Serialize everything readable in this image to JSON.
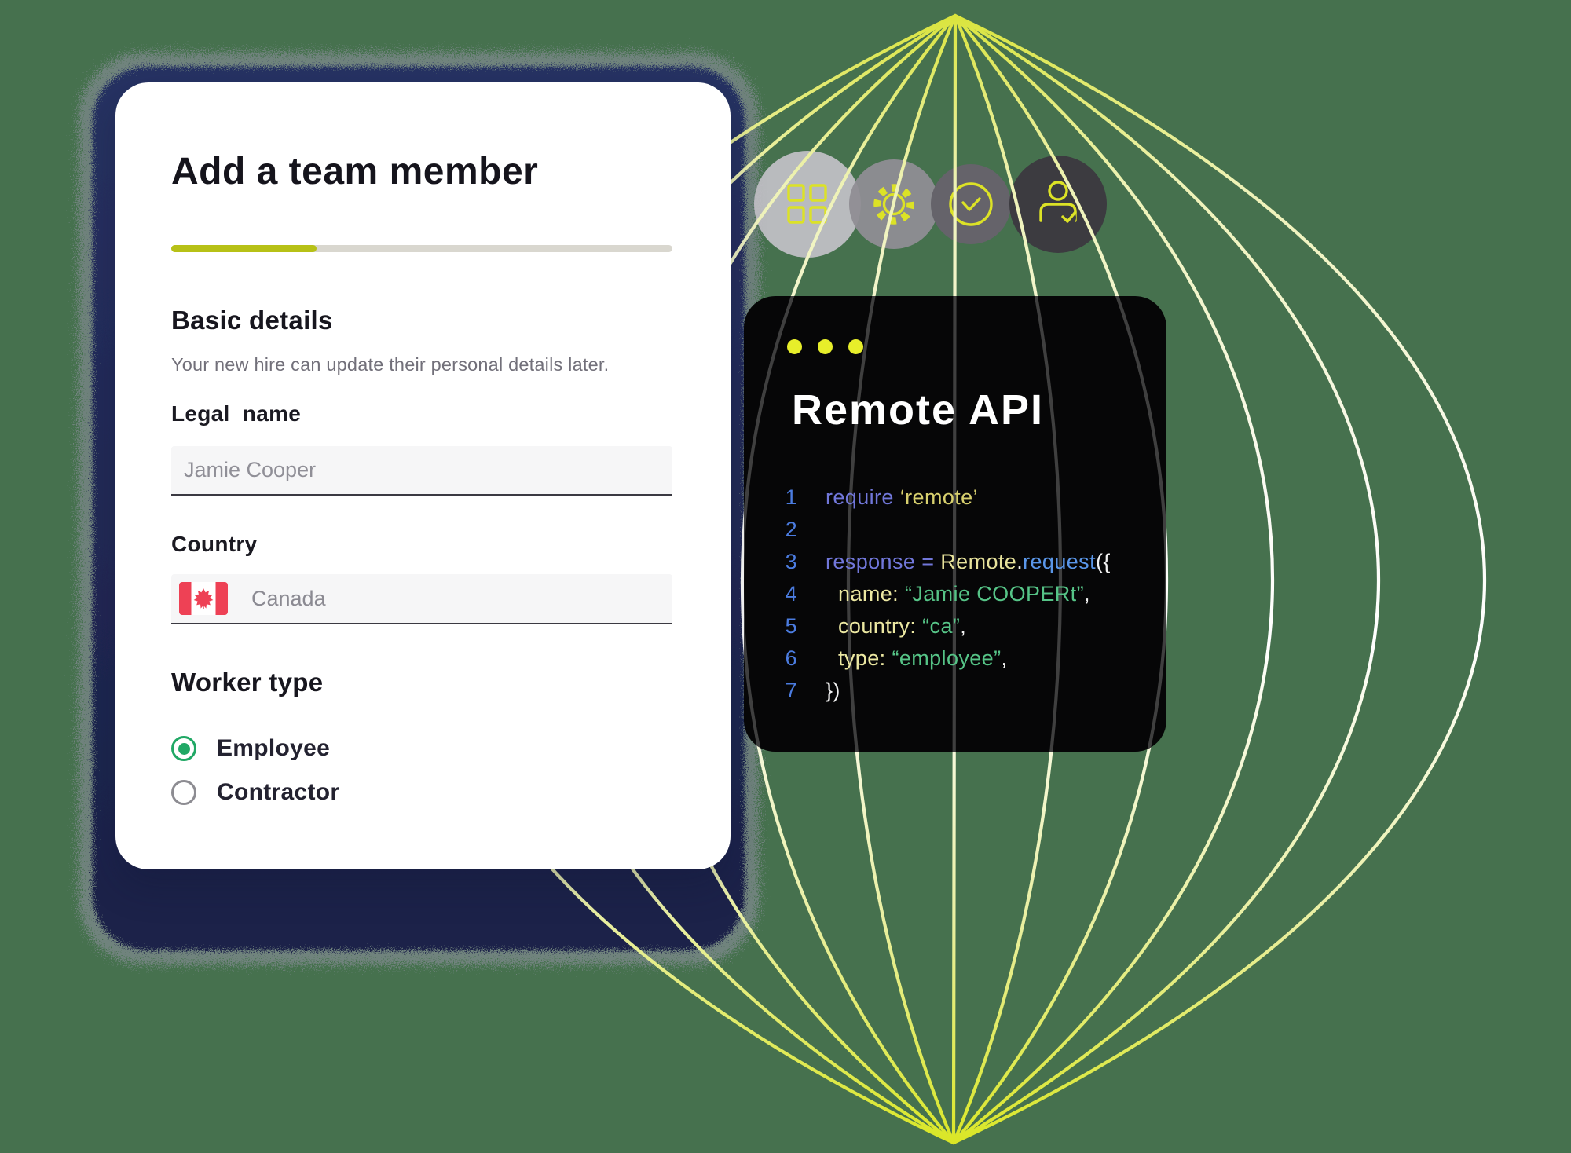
{
  "background_color": "#46714e",
  "accent_yellow": "#dce226",
  "navy_backing_color": "#232b58",
  "form_card": {
    "title": "Add a team member",
    "progress": {
      "value_percent": 29,
      "fill_color": "#b7c117",
      "track_color": "#d9d7cf"
    },
    "section": {
      "heading": "Basic details",
      "description": "Your new hire can update their personal details later."
    },
    "fields": {
      "legal_name": {
        "label": "Legal  name",
        "placeholder": "Jamie Cooper"
      },
      "country": {
        "label": "Country",
        "value": "Canada",
        "flag": "canada-flag-icon"
      }
    },
    "worker_type": {
      "heading": "Worker type",
      "options": [
        {
          "label": "Employee",
          "selected": true,
          "color": "#20a865"
        },
        {
          "label": "Contractor",
          "selected": false,
          "color": "#8d8c92"
        }
      ]
    }
  },
  "code_card": {
    "title": "Remote API",
    "window_dots_count": 3,
    "window_dot_color": "#e7ee2a",
    "token_colors": {
      "keyword": "#7177da",
      "string_yellow": "#d8d06e",
      "class": "#e7e29b",
      "method": "#5a96e8",
      "punct": "#f2f2f2",
      "prop": "#ece8a2",
      "string_green": "#56c487",
      "line_number": "#4b7ce0"
    },
    "lines": [
      {
        "no": "1",
        "indent": 0,
        "tokens": [
          {
            "t": "require ",
            "c": "keyword"
          },
          {
            "t": "‘remote’",
            "c": "string-yellow"
          }
        ]
      },
      {
        "no": "2",
        "indent": 0,
        "tokens": []
      },
      {
        "no": "3",
        "indent": 0,
        "tokens": [
          {
            "t": "response ",
            "c": "keyword"
          },
          {
            "t": "= ",
            "c": "keyword"
          },
          {
            "t": "Remote",
            "c": "class"
          },
          {
            "t": ".",
            "c": "punct"
          },
          {
            "t": "request",
            "c": "method"
          },
          {
            "t": "({",
            "c": "punct"
          }
        ]
      },
      {
        "no": "4",
        "indent": 1,
        "tokens": [
          {
            "t": "name: ",
            "c": "prop"
          },
          {
            "t": "“Jamie COOPERt”",
            "c": "string-green"
          },
          {
            "t": ",",
            "c": "punct"
          }
        ]
      },
      {
        "no": "5",
        "indent": 1,
        "tokens": [
          {
            "t": "country: ",
            "c": "prop"
          },
          {
            "t": "“ca”",
            "c": "string-green"
          },
          {
            "t": ",",
            "c": "punct"
          }
        ]
      },
      {
        "no": "6",
        "indent": 1,
        "tokens": [
          {
            "t": "type: ",
            "c": "prop"
          },
          {
            "t": "“employee”",
            "c": "string-green"
          },
          {
            "t": ",",
            "c": "punct"
          }
        ]
      },
      {
        "no": "7",
        "indent": 0,
        "tokens": [
          {
            "t": "})",
            "c": "punct"
          }
        ]
      }
    ]
  },
  "icon_badges": [
    {
      "icon": "grid-icon",
      "circle_color": "#c3c1c8"
    },
    {
      "icon": "gear-icon",
      "circle_color": "#8f8d94"
    },
    {
      "icon": "check-circle-icon",
      "circle_color": "#65636a"
    },
    {
      "icon": "user-check-icon",
      "circle_color": "#3c3b40"
    }
  ]
}
